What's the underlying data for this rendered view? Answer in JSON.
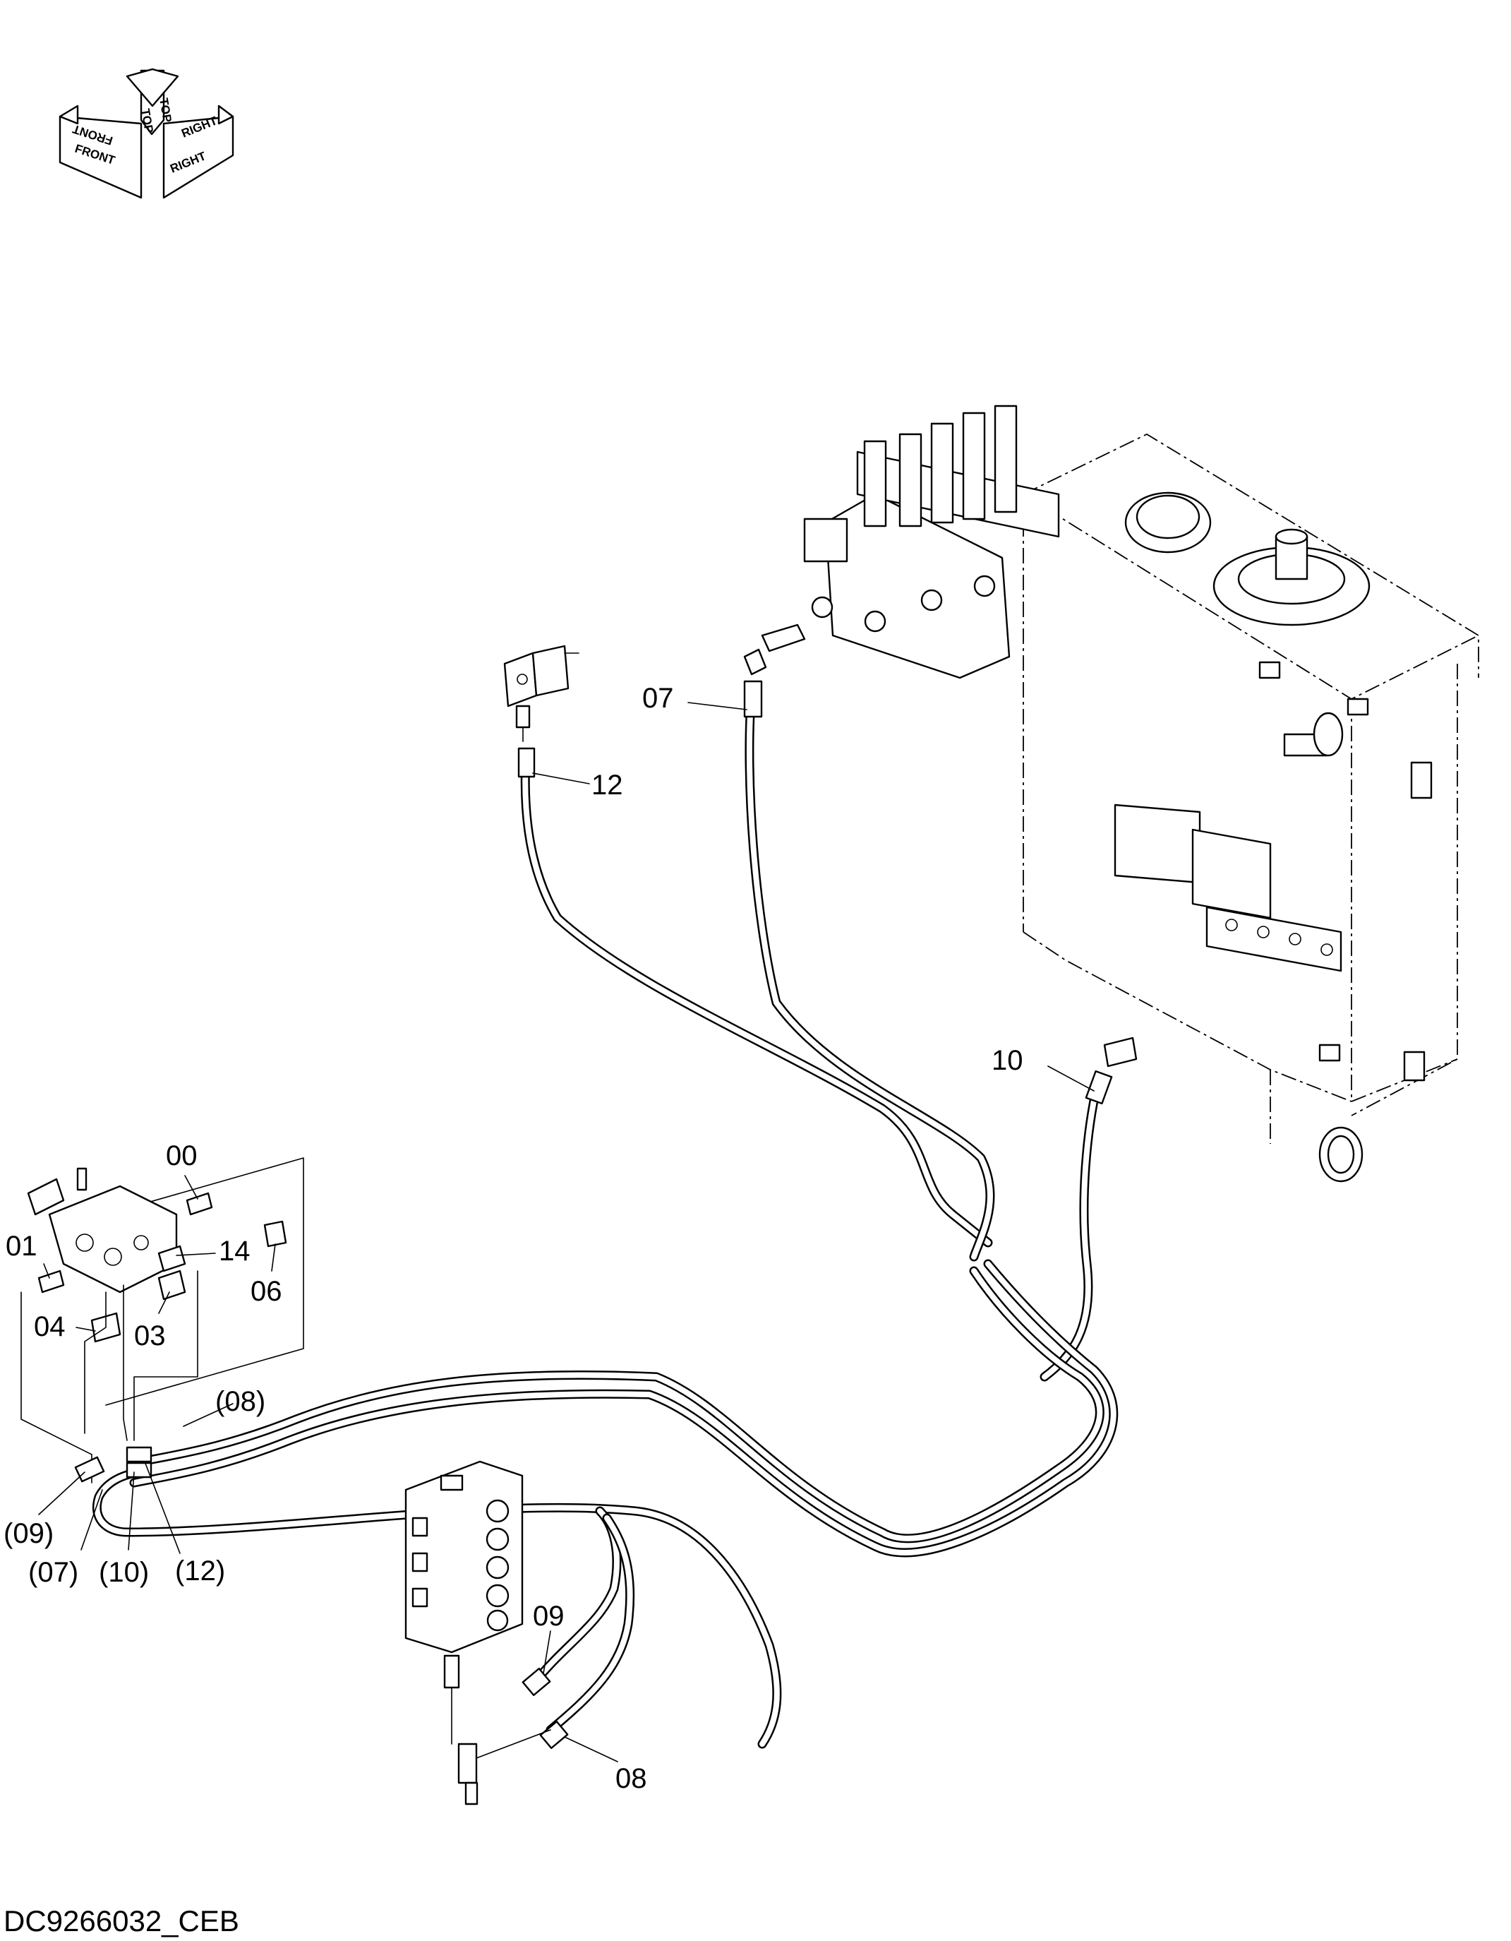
{
  "drawing_code": "DC9266032_CEB",
  "orientation": {
    "top": "TOP",
    "front": "FRONT",
    "right": "RIGHT"
  },
  "callouts": [
    {
      "id": "c-07",
      "text": "07"
    },
    {
      "id": "c-12",
      "text": "12"
    },
    {
      "id": "c-10",
      "text": "10"
    },
    {
      "id": "c-00",
      "text": "00"
    },
    {
      "id": "c-01",
      "text": "01"
    },
    {
      "id": "c-14",
      "text": "14"
    },
    {
      "id": "c-06",
      "text": "06"
    },
    {
      "id": "c-04",
      "text": "04"
    },
    {
      "id": "c-03",
      "text": "03"
    },
    {
      "id": "c-08p",
      "text": "(08)"
    },
    {
      "id": "c-09p",
      "text": "(09)"
    },
    {
      "id": "c-07p",
      "text": "(07)"
    },
    {
      "id": "c-10p",
      "text": "(10)"
    },
    {
      "id": "c-12p",
      "text": "(12)"
    },
    {
      "id": "c-09",
      "text": "09"
    },
    {
      "id": "c-08",
      "text": "08"
    }
  ]
}
